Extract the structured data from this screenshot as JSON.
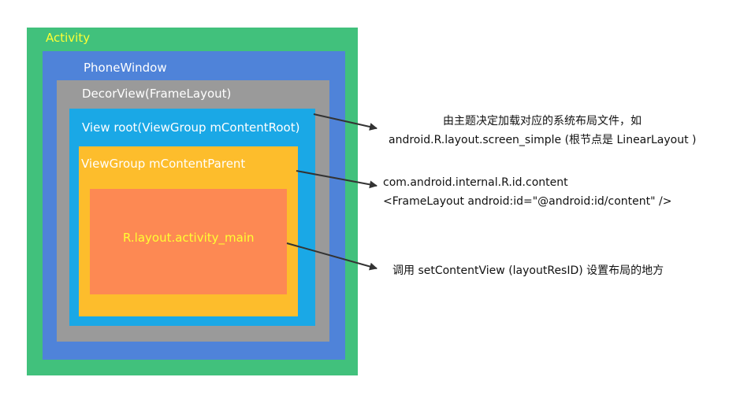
{
  "colors": {
    "activity": "#41c17c",
    "phone_window": "#4f83d9",
    "decor_view": "#9a9a9a",
    "view_root": "#1aa8e6",
    "content_parent": "#fdbd2c",
    "activity_main": "#fd8953",
    "yellow_text": "#ffff33",
    "white_text": "#ffffff",
    "arrow": "#333333"
  },
  "boxes": {
    "activity": "Activity",
    "phone_window": "PhoneWindow",
    "decor_view": "DecorView(FrameLayout)",
    "view_root": "View root(ViewGroup mContentRoot)",
    "content_parent": "ViewGroup mContentParent",
    "activity_main": "R.layout.activity_main"
  },
  "annotations": {
    "view_root_note": {
      "line1": "由主题决定加载对应的系统布局文件，如",
      "line2": "android.R.layout.screen_simple (根节点是 LinearLayout )"
    },
    "content_parent_note": {
      "line1": "com.android.internal.R.id.content",
      "line2": "<FrameLayout android:id=\"@android:id/content\" />"
    },
    "activity_main_note": {
      "line1": "调用 setContentView (layoutResID) 设置布局的地方"
    }
  }
}
